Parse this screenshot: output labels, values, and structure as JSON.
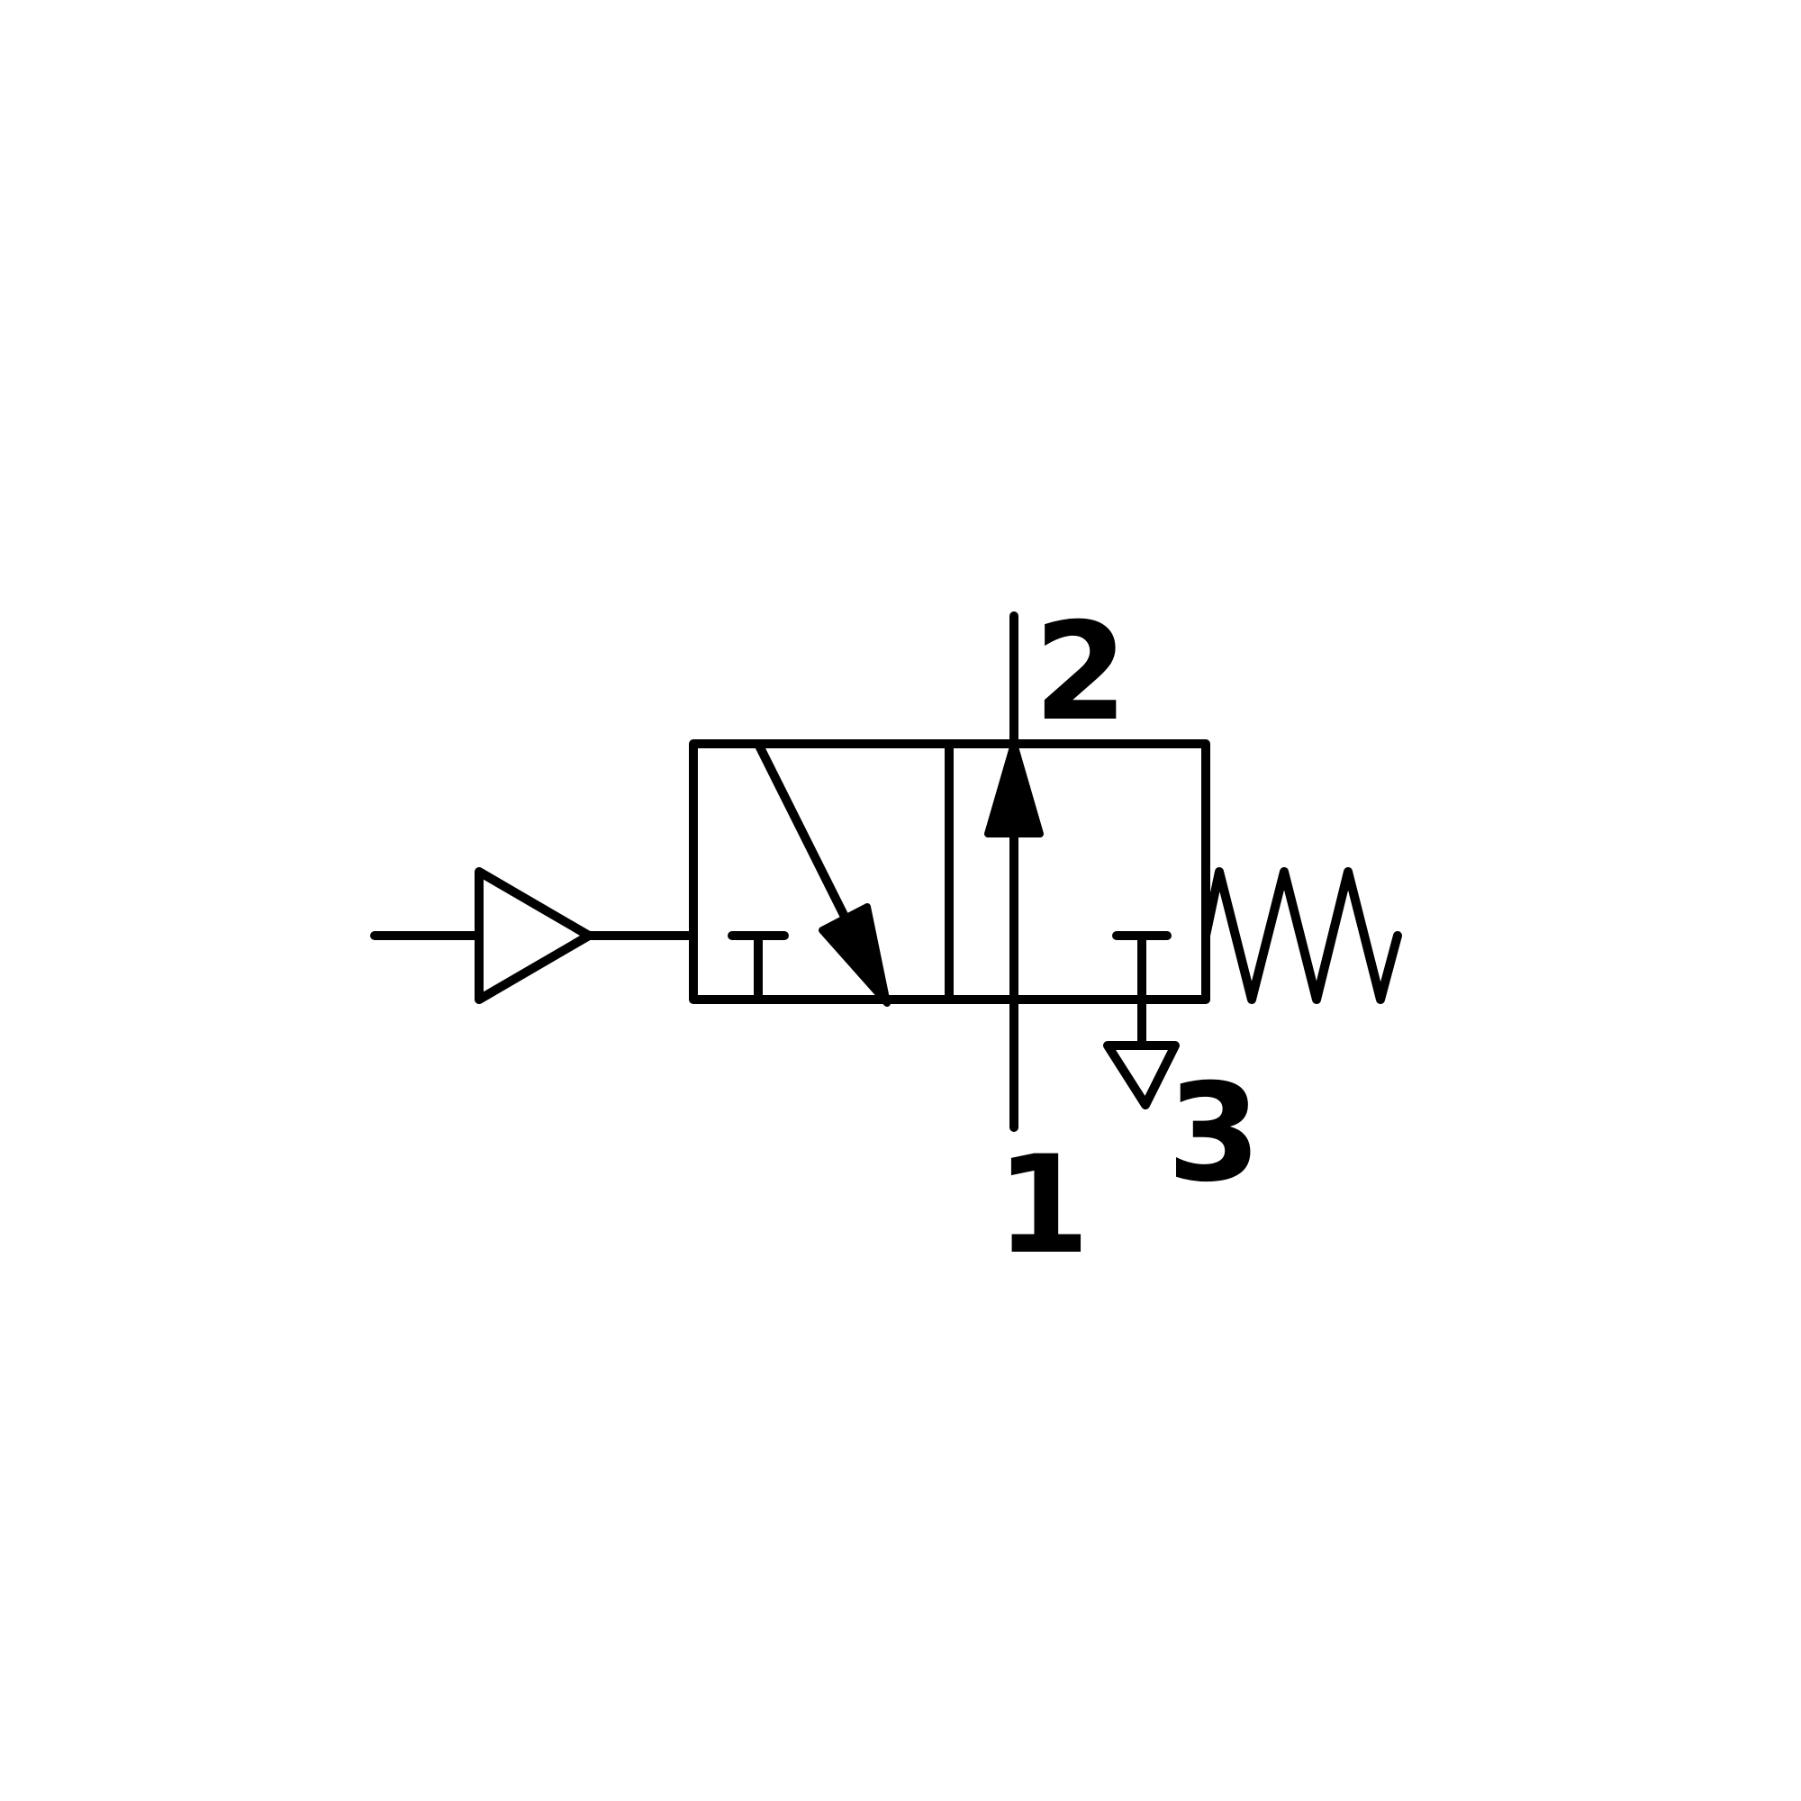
{
  "diagram": {
    "symbol_colors": {
      "stroke": "#000000",
      "background": "#ffffff"
    },
    "ports": {
      "outlet_label": "2",
      "supply_label": "1",
      "exhaust_label": "3"
    }
  }
}
